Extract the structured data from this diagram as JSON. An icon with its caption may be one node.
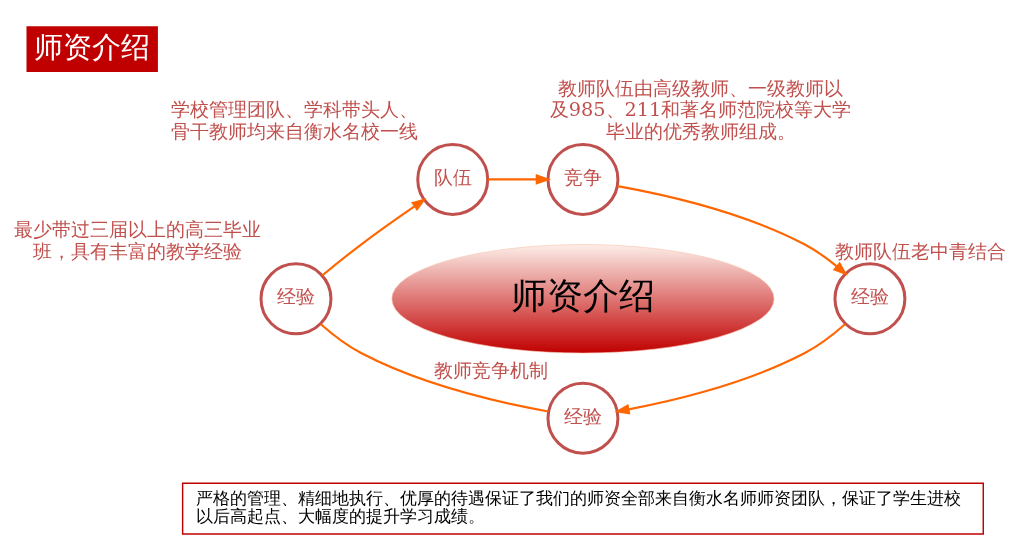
{
  "diagram": {
    "title": "师资介绍",
    "nodes": [
      {
        "text": [
          "队伍"
        ],
        "beside": [
          "学校管理团队、学科带头人、骨干教师均来自衡水名校一线"
        ]
      },
      {
        "text": [
          "竞争"
        ],
        "beside": [
          "教师队伍由高级教师、一级教师以及985、211和著名师范院校等大学毕业的优秀教师组成。"
        ]
      },
      {
        "text": [
          "师资介绍"
        ]
      },
      {
        "text": [
          "经验"
        ],
        "beside": [
          "教师队伍老中青结合"
        ]
      },
      {
        "text": [
          "经验"
        ],
        "beside": [
          "最少带过三届以上的高三毕业班，具有丰富的教学经验"
        ]
      },
      {
        "text": [
          "经验"
        ],
        "beside": [
          "教师竞争机制"
        ]
      },
      {
        "text": [
          "严格的管理、精细地执行、优厚的待遇保证了我们的师资全部来自衡水名师师资团队，保证了学生进校以后高起点、大幅度的提升学习成绩。"
        ]
      }
    ],
    "edges": [
      {
        "from": 4,
        "to": 0,
        "arrow": "to"
      },
      {
        "from": 0,
        "to": 1,
        "arrow": "to"
      },
      {
        "from": 1,
        "to": 3,
        "arrow": "to"
      },
      {
        "from": 3,
        "to": 5,
        "arrow": "to"
      },
      {
        "from": 5,
        "to": 4,
        "arrow": "none"
      }
    ]
  }
}
